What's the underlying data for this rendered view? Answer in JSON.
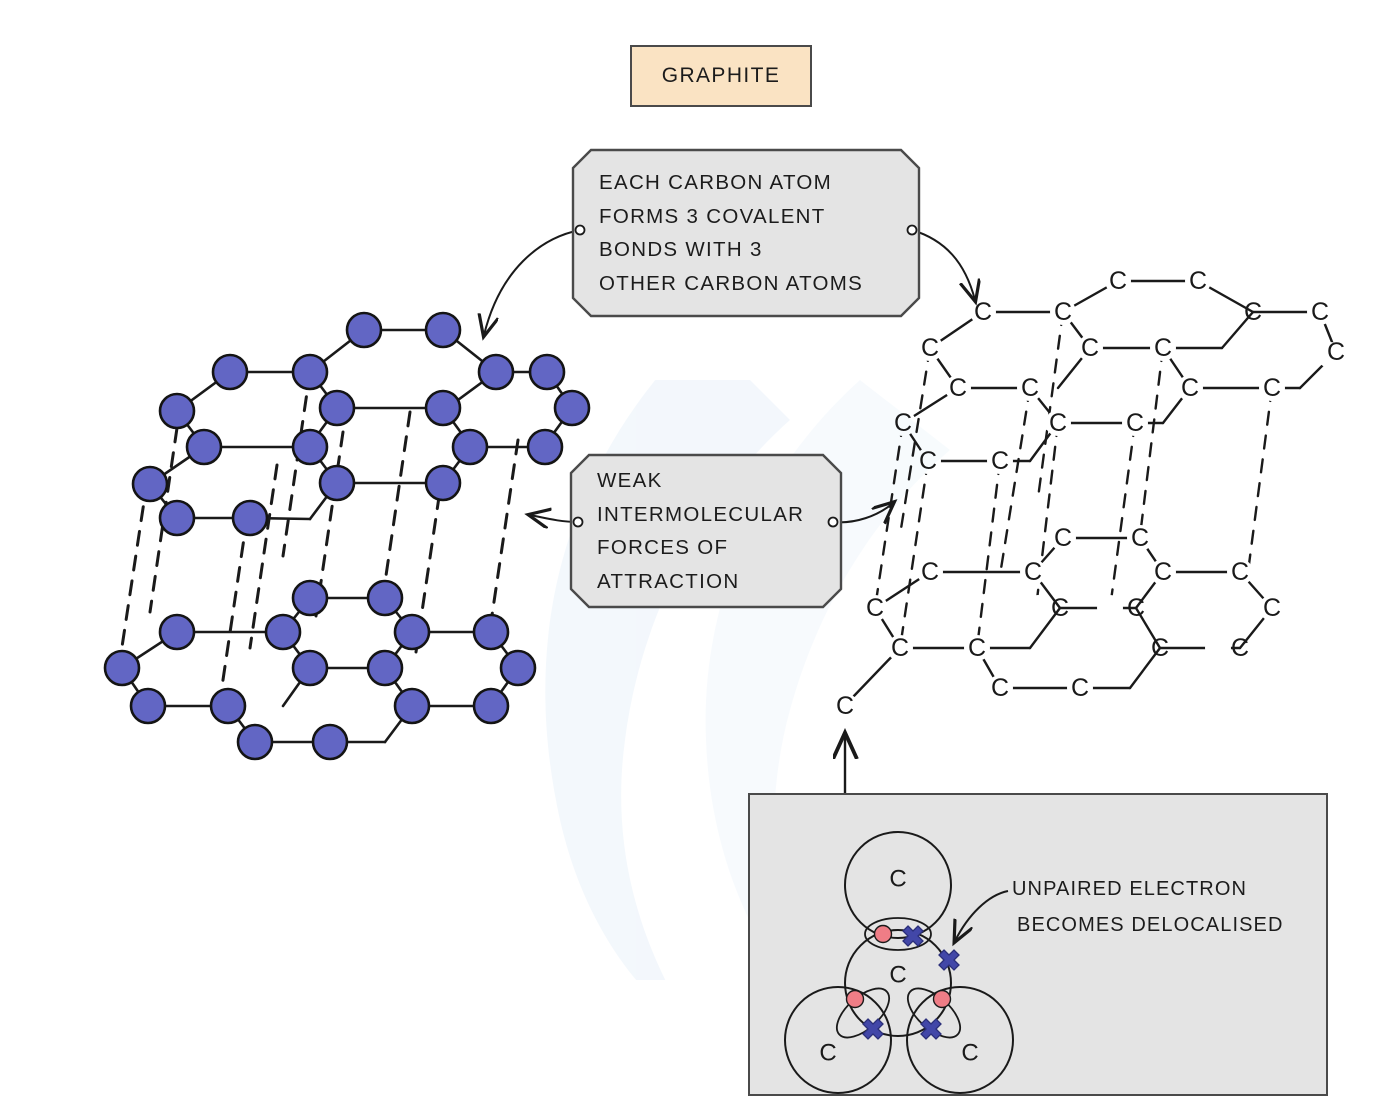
{
  "title": {
    "label": "GRAPHITE",
    "box_color": "#fae3c3",
    "border_color": "#4a4a4a"
  },
  "callouts": [
    {
      "name": "covalent-bonds-callout",
      "lines": [
        "EACH  CARBON  ATOM",
        "FORMS 3 COVALENT",
        "BONDS  WITH  3",
        "OTHER  CARBON  ATOMS"
      ],
      "fill": "#e4e4e4",
      "stroke": "#4a4a4a"
    },
    {
      "name": "weak-forces-callout",
      "lines": [
        "WEAK",
        "INTERMOLECULAR",
        "FORCES  OF",
        "ATTRACTION"
      ],
      "fill": "#e4e4e4",
      "stroke": "#4a4a4a"
    }
  ],
  "inset": {
    "name": "delocalised-electron-inset",
    "fill": "#e4e4e4",
    "stroke": "#4a4a4a",
    "annotation_lines": [
      "UNPAIRED   ELECTRON",
      "BECOMES  DELOCALISED"
    ],
    "atom_labels": [
      "C",
      "C",
      "C",
      "C"
    ],
    "electron_colors": {
      "dot": "#ef7d86",
      "cross": "#4247a8"
    },
    "shared_pairs": 3,
    "unpaired_electrons": 1
  },
  "structures": {
    "sphere_model": {
      "name": "graphite-sphere-lattice",
      "atom_color": "#6266c4",
      "atom_outline": "#141414",
      "bond_color": "#1a1a1a",
      "interlayer_style": "dashed",
      "layers": 2
    },
    "letter_model": {
      "name": "graphite-letter-lattice",
      "atom_label": "C",
      "bond_color": "#1a1a1a",
      "interlayer_style": "dashed",
      "layers": 2
    }
  },
  "colors": {
    "background": "#ffffff",
    "panel_grey": "#e4e4e4",
    "accent_peach": "#fae3c3",
    "ink": "#1a1a1a",
    "indigo": "#6266c4",
    "red": "#ef7d86",
    "blue": "#4247a8"
  }
}
